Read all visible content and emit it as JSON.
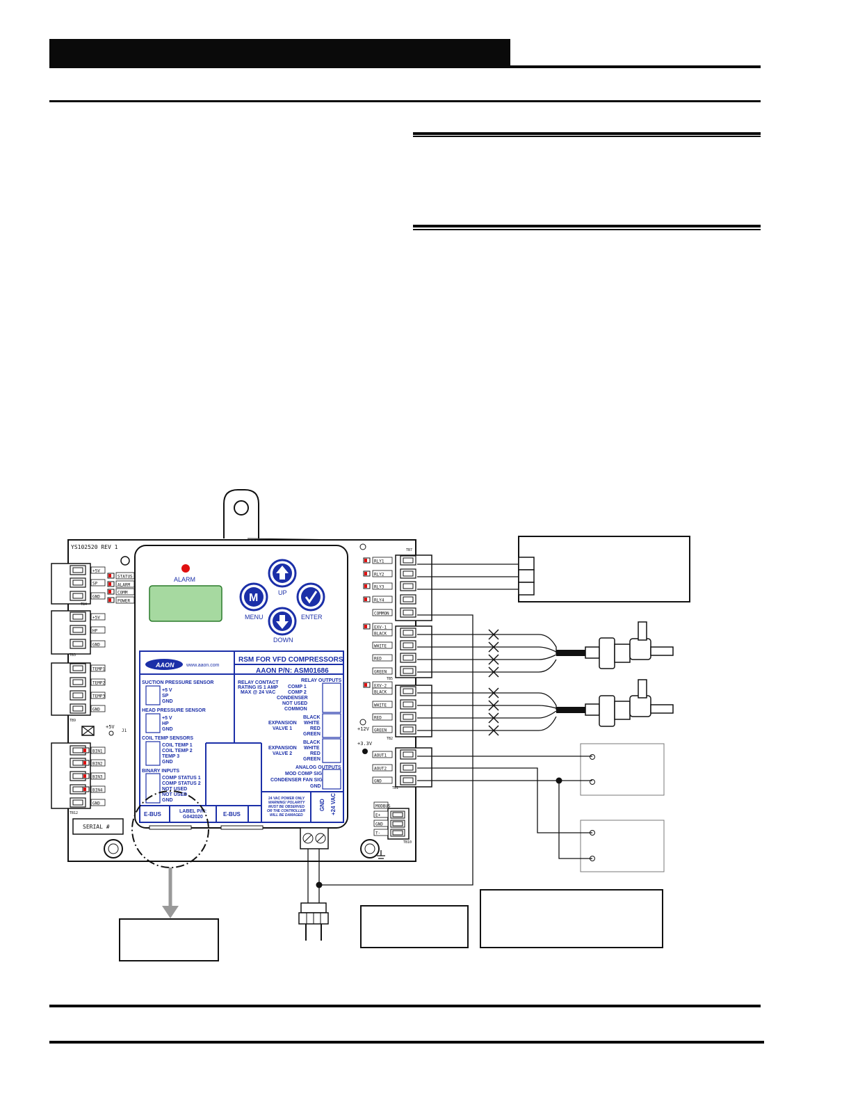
{
  "board": {
    "alarm": "ALARM",
    "up": "UP",
    "down": "DOWN",
    "menu": "MENU",
    "enter": "ENTER",
    "m_key": "M",
    "logo": "AAON",
    "website": "www.aaon.com",
    "title": "RSM FOR VFD COMPRESSORS",
    "part_number": "AAON P/N: ASM01686",
    "rev": "YS102520 REV 1",
    "serial": "SERIAL #",
    "label_pn": "LABEL P/N:",
    "label_pn_value": "G042020",
    "ebus": "E-BUS",
    "power_warning": [
      "24 VAC POWER ONLY",
      "WARNING! POLARITY",
      "MUST BE OBSERVED",
      "OR THE CONTROLLER",
      "WILL BE DAMAGED"
    ],
    "gnd": "GND",
    "vac24": "+24 VAC",
    "suction": {
      "title": "SUCTION PRESSURE SENSOR",
      "pins": [
        "+5 V",
        "SP",
        "GND"
      ]
    },
    "head": {
      "title": "HEAD PRESSURE SENSOR",
      "pins": [
        "+5 V",
        "HP",
        "GND"
      ]
    },
    "coil": {
      "title": "COIL TEMP SENSORS",
      "pins": [
        "COIL TEMP 1",
        "COIL TEMP 2",
        "TEMP 3",
        "GND"
      ]
    },
    "binary": {
      "title": "BINARY INPUTS",
      "pins": [
        "COMP STATUS 1",
        "COMP STATUS 2",
        "NOT USED",
        "NOT USED",
        "GND"
      ]
    },
    "relay_note": [
      "RELAY CONTACT",
      "RATING IS 1 AMP",
      "MAX @ 24 VAC"
    ],
    "relay_outputs": {
      "title": "RELAY OUTPUTS",
      "pins": [
        "COMP 1",
        "COMP 2",
        "CONDENSER",
        "NOT USED",
        "COMMON"
      ]
    },
    "exp1": {
      "title": [
        "EXPANSION",
        "VALVE 1"
      ],
      "pins": [
        "BLACK",
        "WHITE",
        "RED",
        "GREEN"
      ]
    },
    "exp2": {
      "title": [
        "EXPANSION",
        "VALVE 2"
      ],
      "pins": [
        "BLACK",
        "WHITE",
        "RED",
        "GREEN"
      ]
    },
    "analog": {
      "title": "ANALOG OUTPUTS",
      "pins": [
        "MOD COMP SIG",
        "CONDENSER FAN SIG",
        "GND"
      ]
    },
    "left_terms": [
      "+5V",
      "SP",
      "GND",
      "+5V",
      "HP",
      "GND",
      "TEMP1",
      "TEMP2",
      "TEMP3",
      "GND",
      "BIN1",
      "BIN2",
      "BIN3",
      "BIN4",
      "GND"
    ],
    "leds": [
      "STATUS",
      "ALARM",
      "COMM",
      "POWER"
    ],
    "right_relay_terms": [
      "RLY1",
      "RLY2",
      "RLY3",
      "RLY4",
      "COMMON"
    ],
    "exv1_terms": [
      "EXV-1",
      "BLACK",
      "WHITE",
      "RED",
      "GREEN"
    ],
    "exv2_terms": [
      "EXV-2",
      "BLACK",
      "WHITE",
      "RED",
      "GREEN"
    ],
    "aout_terms": [
      "AOUT1",
      "AOUT2",
      "GND"
    ],
    "modbus_terms": [
      "MODBUS",
      "E+",
      "GND",
      "T-"
    ],
    "tb_labels": [
      "TB4",
      "TB3",
      "TB9",
      "TB12",
      "TB7",
      "TB5",
      "TB2",
      "TB1",
      "TB10"
    ],
    "supply_labels": [
      "+5V",
      "+12V",
      "+3.3V"
    ],
    "j1": "J1"
  },
  "colors": {
    "accent": "#1b2fa8",
    "display": "#a6d9a0",
    "led_red": "#e01010",
    "wire_gray": "#999999"
  }
}
